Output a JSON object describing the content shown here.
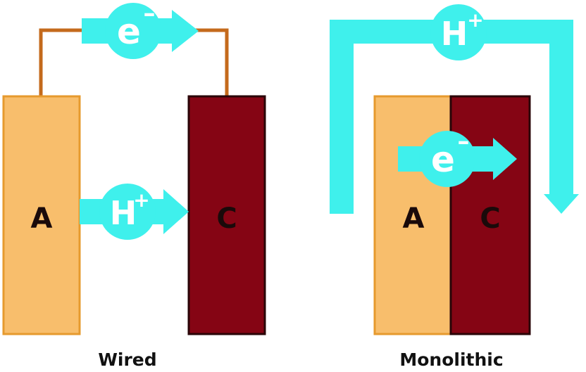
{
  "colors": {
    "anode_fill": "#F8BE6C",
    "anode_stroke": "#E69A2E",
    "cathode_fill": "#850514",
    "cathode_stroke": "#2a0508",
    "flow": "#3FF0EC",
    "wire": "#C46A1C"
  },
  "wired": {
    "anode_label": "A",
    "cathode_label": "C",
    "electron": {
      "base": "e",
      "sup": "–"
    },
    "proton": {
      "base": "H",
      "sup": "+"
    },
    "caption": "Wired"
  },
  "monolithic": {
    "anode_label": "A",
    "cathode_label": "C",
    "electron": {
      "base": "e",
      "sup": "–"
    },
    "proton": {
      "base": "H",
      "sup": "+"
    },
    "caption": "Monolithic"
  }
}
